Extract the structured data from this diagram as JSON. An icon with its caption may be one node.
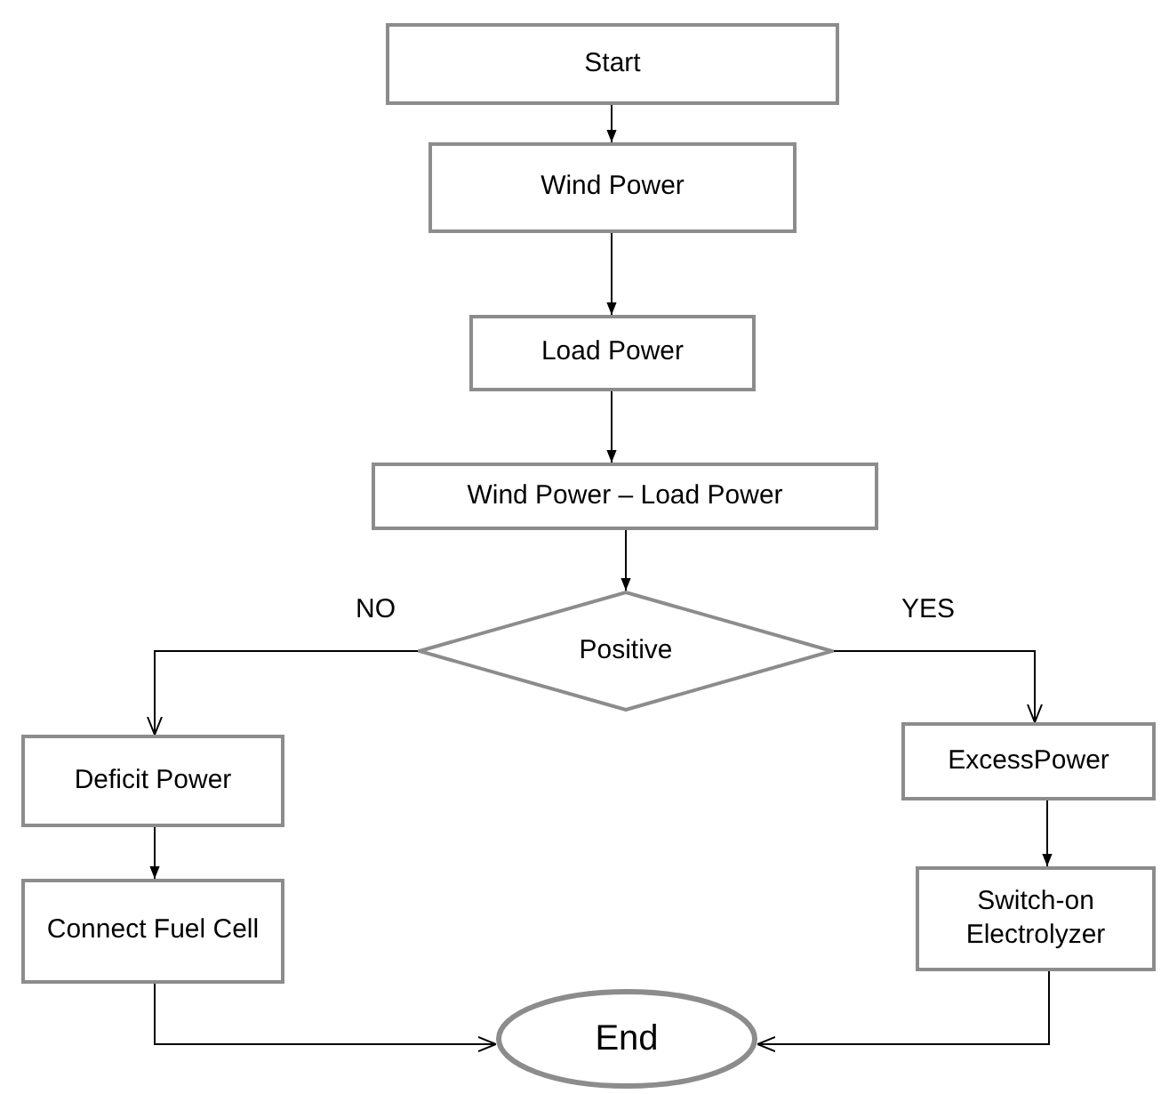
{
  "diagram": {
    "nodes": [
      {
        "text": [
          "Start"
        ]
      },
      {
        "text": [
          "Wind Power"
        ]
      },
      {
        "text": [
          "Load Power"
        ]
      },
      {
        "text": [
          "Wind Power – Load Power"
        ]
      },
      {
        "text": [
          "Positive"
        ]
      },
      {
        "text": [
          "Deficit Power"
        ]
      },
      {
        "text": [
          "Connect Fuel Cell"
        ]
      },
      {
        "text": [
          "ExcessPower"
        ]
      },
      {
        "text": [
          "Switch-on Electrolyzer"
        ]
      },
      {
        "text": [
          "End"
        ]
      }
    ],
    "edges": [
      {
        "from": 0,
        "to": 1,
        "arrow": "to"
      },
      {
        "from": 1,
        "to": 2,
        "arrow": "to"
      },
      {
        "from": 2,
        "to": 3,
        "arrow": "to"
      },
      {
        "from": 3,
        "to": 4,
        "arrow": "to"
      },
      {
        "from": 4,
        "to": 5,
        "arrow": "to",
        "label": "NO"
      },
      {
        "from": 4,
        "to": 7,
        "arrow": "to",
        "label": "YES"
      },
      {
        "from": 5,
        "to": 6,
        "arrow": "to"
      },
      {
        "from": 7,
        "to": 8,
        "arrow": "to"
      },
      {
        "from": 6,
        "to": 9,
        "arrow": "to"
      },
      {
        "from": 8,
        "to": 9,
        "arrow": "to"
      }
    ]
  }
}
